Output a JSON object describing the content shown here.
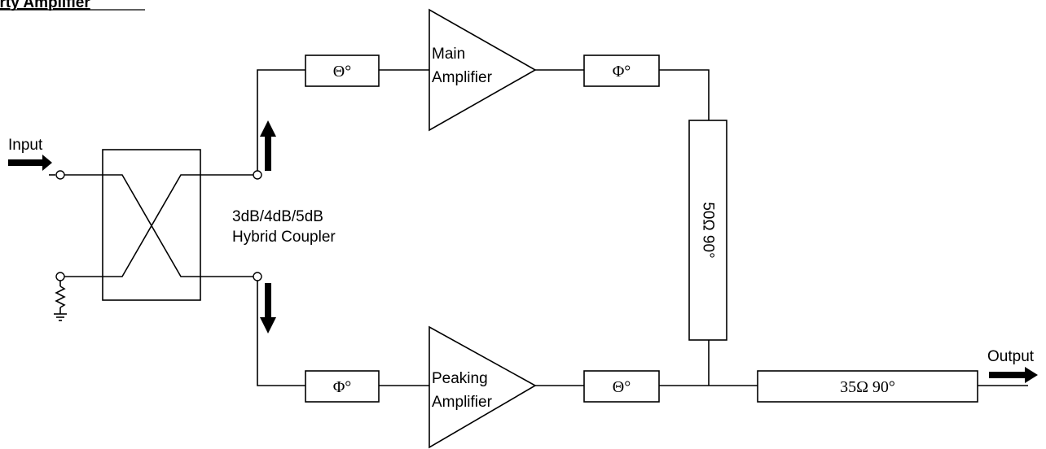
{
  "title": "Doherty Amplifier",
  "labels": {
    "input": "Input",
    "output": "Output",
    "coupler_line1": "3dB/4dB/5dB",
    "coupler_line2": "Hybrid Coupler"
  },
  "amplifiers": {
    "main": {
      "line1": "Main",
      "line2": "Amplifier"
    },
    "peaking": {
      "line1": "Peaking",
      "line2": "Amplifier"
    }
  },
  "phase_blocks": {
    "top_input": "Θ°",
    "top_output": "Φ°",
    "bottom_input": "Φ°",
    "bottom_output": "Θ°"
  },
  "transmission_lines": {
    "vertical": "50Ω 90°",
    "output": "35Ω 90°"
  }
}
